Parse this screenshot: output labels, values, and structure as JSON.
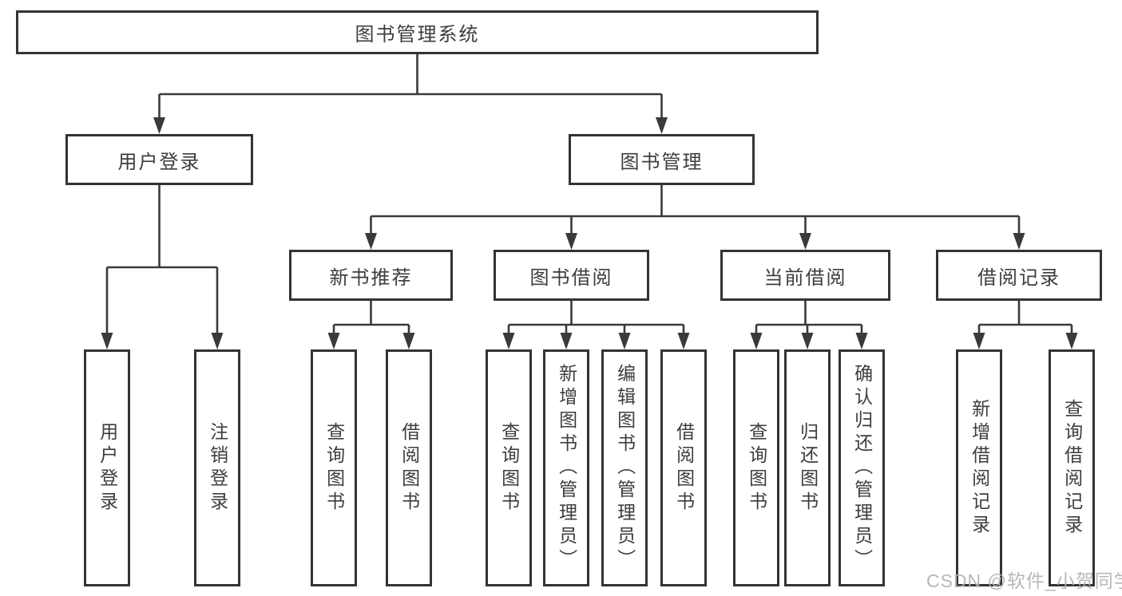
{
  "diagram": {
    "root": {
      "label": "图书管理系统"
    },
    "level2": [
      {
        "label": "用户登录",
        "children": [
          {
            "label": "用户登录"
          },
          {
            "label": "注销登录"
          }
        ]
      },
      {
        "label": "图书管理",
        "children": [
          {
            "label": "新书推荐",
            "children": [
              {
                "label": "查询图书"
              },
              {
                "label": "借阅图书"
              }
            ]
          },
          {
            "label": "图书借阅",
            "children": [
              {
                "label": "查询图书"
              },
              {
                "label": "新增图书（管理员）"
              },
              {
                "label": "编辑图书（管理员）"
              },
              {
                "label": "借阅图书"
              }
            ]
          },
          {
            "label": "当前借阅",
            "children": [
              {
                "label": "查询图书"
              },
              {
                "label": "归还图书"
              },
              {
                "label": "确认归还（管理员）"
              }
            ]
          },
          {
            "label": "借阅记录",
            "children": [
              {
                "label": "新增借阅记录"
              },
              {
                "label": "查询借阅记录"
              }
            ]
          }
        ]
      }
    ]
  },
  "watermark": {
    "text": "CSDN @软件_小贺同学",
    "color": "#b2b2b2"
  },
  "colors": {
    "background": "#ffffff",
    "line": "#3a3a3a",
    "box_border": "#333333",
    "text": "#3d3d3d"
  }
}
